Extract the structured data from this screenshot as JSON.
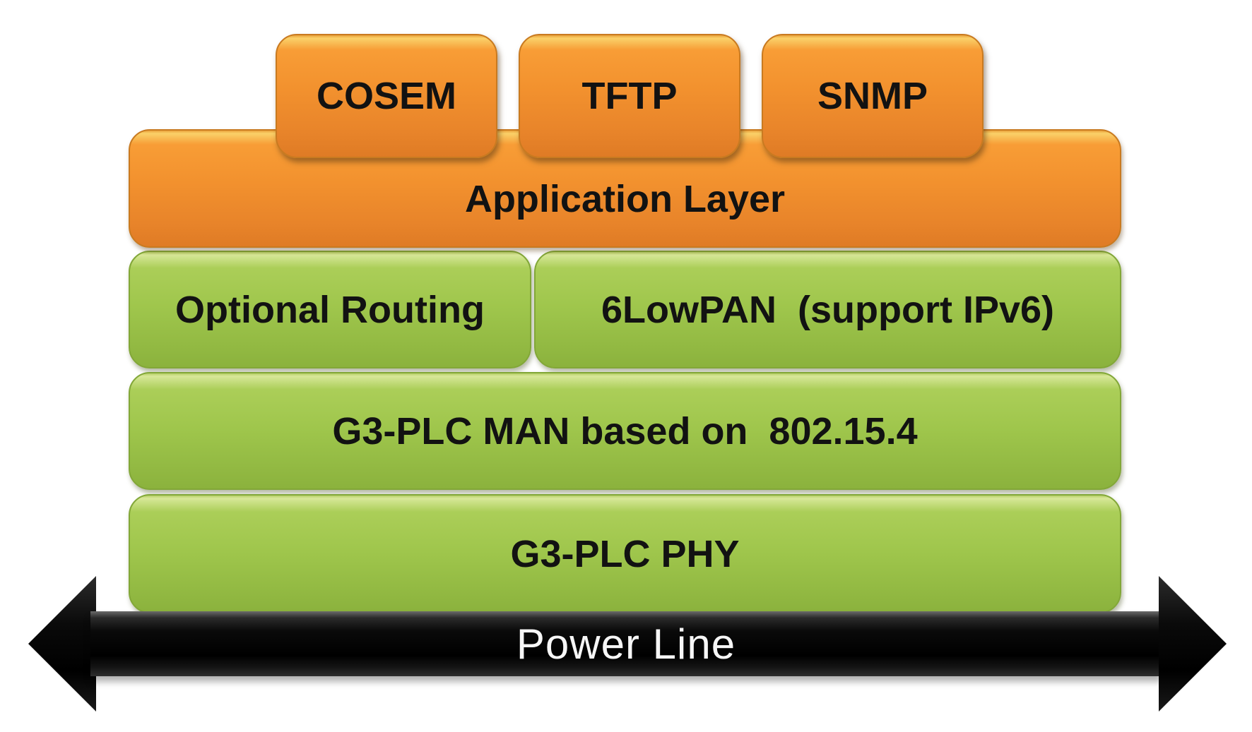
{
  "diagram": {
    "protocol_boxes": [
      {
        "label": "COSEM"
      },
      {
        "label": "TFTP"
      },
      {
        "label": "SNMP"
      }
    ],
    "layers": {
      "application": {
        "label": "Application Layer"
      },
      "optional_routing": {
        "label": "Optional Routing"
      },
      "sixlowpan": {
        "label": "6LowPAN  (support IPv6)"
      },
      "mac": {
        "label": "G3-PLC MAN based on  802.15.4"
      },
      "phy": {
        "label": "G3-PLC PHY"
      }
    },
    "power_line": {
      "label": "Power Line"
    }
  },
  "colors": {
    "orange": "#f2912e",
    "orange_border": "#c97a20",
    "green": "#9fc64c",
    "green_border": "#82a738",
    "arrow": "#000000",
    "arrow_text": "#f6f6f6",
    "box_text": "#121212"
  }
}
